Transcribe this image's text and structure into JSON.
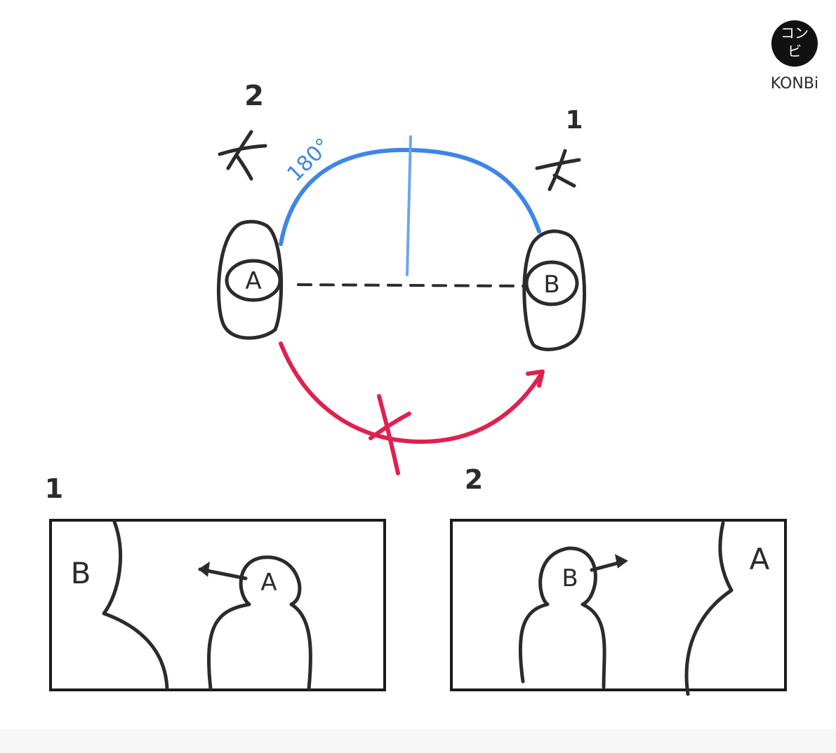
{
  "diagram": {
    "top_numbers": {
      "left": "2",
      "right": "1"
    },
    "arc_label": "180°",
    "subjects": {
      "left": "A",
      "right": "B"
    },
    "panel_numbers": {
      "first": "1",
      "second": "2"
    },
    "panels": [
      {
        "left_label": "B",
        "right_label": "A"
      },
      {
        "left_label": "B",
        "right_label": "A"
      }
    ],
    "colors": {
      "ink": "#2b2b2b",
      "allowed_arc": "#3d86e8",
      "forbidden_arc": "#e0204e",
      "center_line": "#6aa6ee"
    }
  },
  "logo": {
    "glyphs": "コン ビ",
    "wordmark": "KONBi"
  }
}
